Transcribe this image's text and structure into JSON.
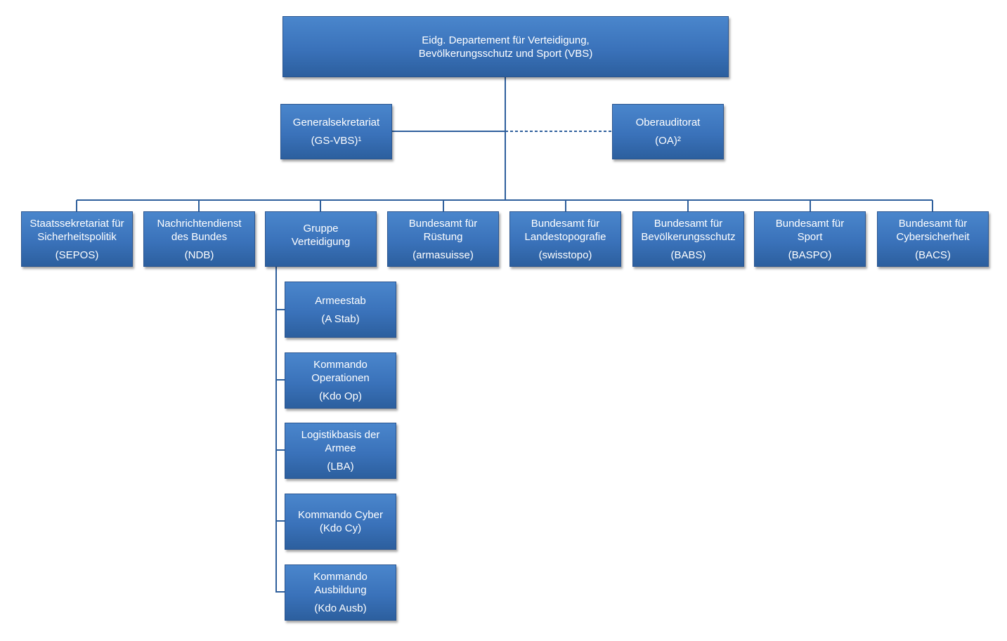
{
  "root": {
    "line1": "Eidg. Departement für Verteidigung,",
    "line2": "Bevölkerungsschutz und  Sport (VBS)"
  },
  "staff": [
    {
      "name": "Generalsekretariat",
      "abbr": "(GS-VBS)¹"
    },
    {
      "name": "Oberauditorat",
      "abbr": "(OA)²"
    }
  ],
  "units": [
    {
      "name": "Staatssekretariat für\nSicherheitspolitik",
      "abbr": "(SEPOS)"
    },
    {
      "name": "Nachrichtendienst\ndes Bundes",
      "abbr": "(NDB)"
    },
    {
      "name": "Gruppe\nVerteidigung",
      "abbr": ""
    },
    {
      "name": "Bundesamt für\nRüstung",
      "abbr": "(armasuisse)"
    },
    {
      "name": "Bundesamt für\nLandestopografie",
      "abbr": "(swisstopo)"
    },
    {
      "name": "Bundesamt für\nBevölkerungsschutz",
      "abbr": "(BABS)"
    },
    {
      "name": "Bundesamt für\nSport",
      "abbr": "(BASPO)"
    },
    {
      "name": "Bundesamt für\nCybersicherheit",
      "abbr": "(BACS)"
    }
  ],
  "defence": [
    {
      "name": "Armeestab",
      "abbr": "(A Stab)"
    },
    {
      "name": "Kommando\nOperationen",
      "abbr": "(Kdo Op)"
    },
    {
      "name": "Logistikbasis der\nArmee",
      "abbr": "(LBA)"
    },
    {
      "name": "Kommando Cyber\n(Kdo Cy)",
      "abbr": ""
    },
    {
      "name": "Kommando\nAusbildung",
      "abbr": "(Kdo Ausb)"
    }
  ],
  "colors": {
    "box": "#3a72ba",
    "line": "#2e5f9c",
    "text": "#ffffff"
  }
}
